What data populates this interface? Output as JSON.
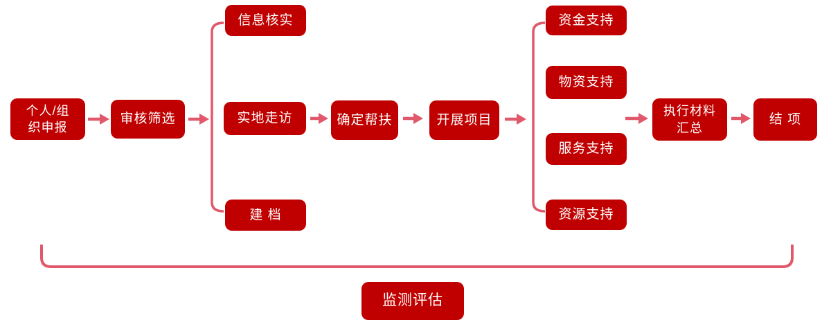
{
  "diagram": {
    "type": "flowchart",
    "direction": "left-to-right",
    "colors": {
      "node_fill": "#C00000",
      "node_text": "#FFFFFF",
      "connector": "#E0586A"
    },
    "nodes": {
      "apply": {
        "label": "个人/组\n织申报"
      },
      "review": {
        "label": "审核筛选"
      },
      "verify": {
        "label": "信息核实"
      },
      "visit": {
        "label": "实地走访"
      },
      "archive": {
        "label": "建 档"
      },
      "confirm": {
        "label": "确定帮扶"
      },
      "launch": {
        "label": "开展项目"
      },
      "fund": {
        "label": "资金支持"
      },
      "material": {
        "label": "物资支持"
      },
      "service": {
        "label": "服务支持"
      },
      "resource": {
        "label": "资源支持"
      },
      "summary": {
        "label": "执行材料\n汇总"
      },
      "closure": {
        "label": "结 项"
      },
      "monitor": {
        "label": "监测评估"
      }
    },
    "edges": [
      {
        "from": "apply",
        "to": "review"
      },
      {
        "from": "review",
        "to": "verify"
      },
      {
        "from": "review",
        "to": "visit"
      },
      {
        "from": "review",
        "to": "archive"
      },
      {
        "from": "visit",
        "to": "confirm"
      },
      {
        "from": "confirm",
        "to": "launch"
      },
      {
        "from": "launch",
        "to": "fund"
      },
      {
        "from": "launch",
        "to": "material"
      },
      {
        "from": "launch",
        "to": "service"
      },
      {
        "from": "launch",
        "to": "resource"
      },
      {
        "from": "supports",
        "to": "summary"
      },
      {
        "from": "summary",
        "to": "closure"
      },
      {
        "from": "monitor",
        "to": "whole-process"
      }
    ]
  }
}
